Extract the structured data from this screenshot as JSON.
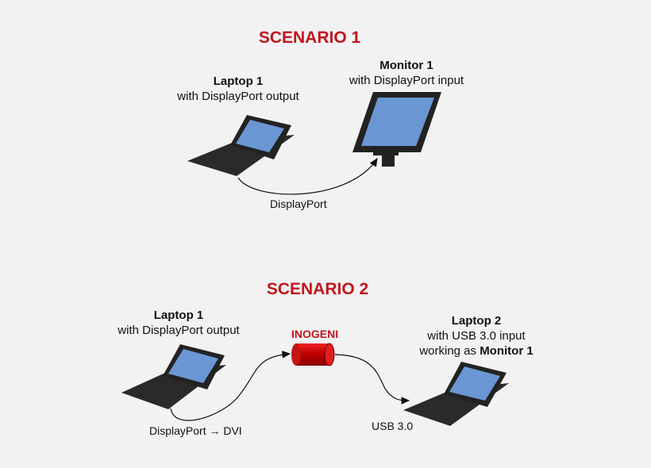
{
  "scenario1": {
    "title": "SCENARIO 1",
    "laptop": {
      "name": "Laptop 1",
      "desc": "with DisplayPort output"
    },
    "monitor": {
      "name": "Monitor 1",
      "desc": "with DisplayPort input"
    },
    "connection_label": "DisplayPort"
  },
  "scenario2": {
    "title": "SCENARIO 2",
    "laptop1": {
      "name": "Laptop 1",
      "desc": "with DisplayPort output"
    },
    "device_label": "INOGENI",
    "laptop2": {
      "name": "Laptop 2",
      "desc": "with USB 3.0 input",
      "working_as_prefix": "working as ",
      "working_as_target": "Monitor 1"
    },
    "connection1_label": "DisplayPort → DVI",
    "connection2_label": "USB 3.0"
  },
  "colors": {
    "title_red": "#c0151c",
    "screen_blue": "#6b96d4",
    "device_body": "#2a2a2a"
  }
}
